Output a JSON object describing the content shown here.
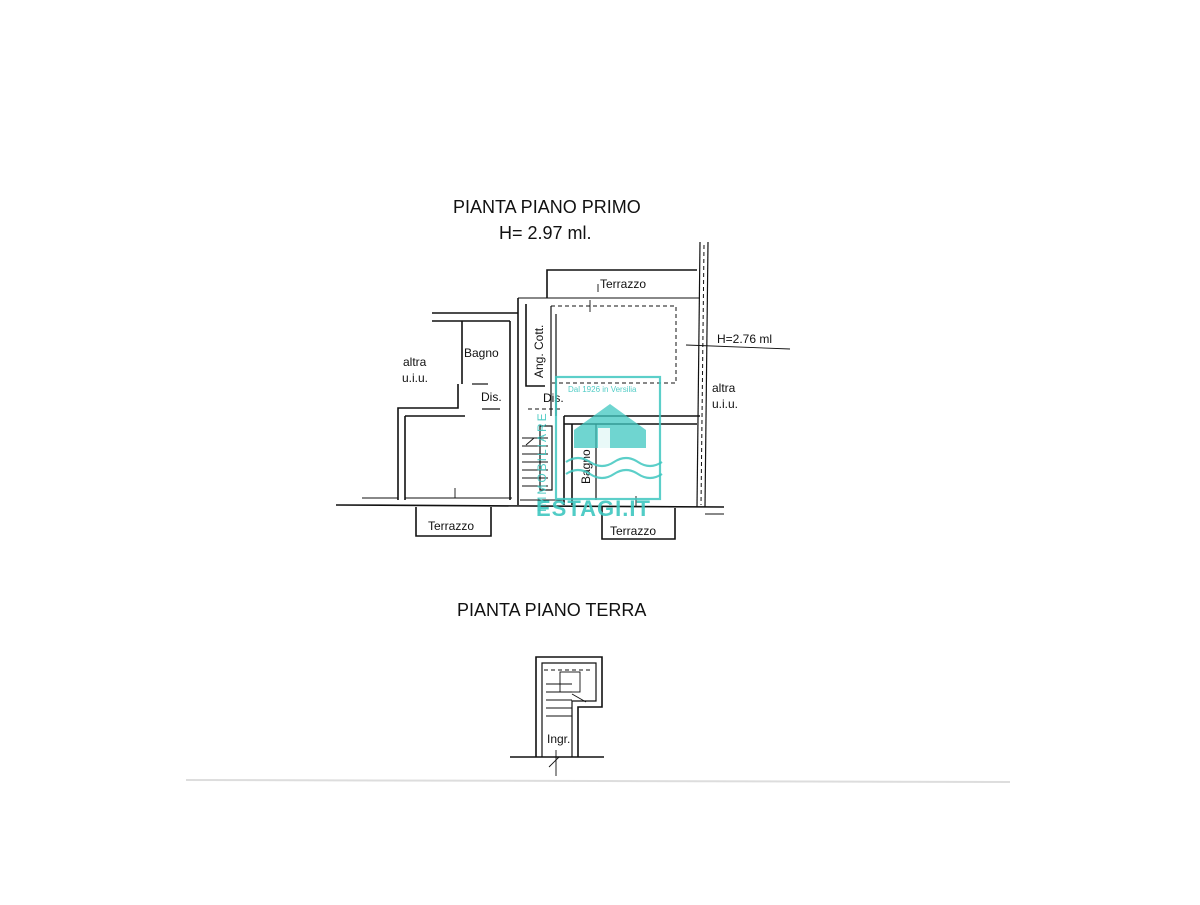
{
  "first_floor": {
    "title": "PIANTA PIANO PRIMO",
    "height": "H= 2.97 ml.",
    "height_note": "H=2.76 ml",
    "rooms": {
      "terrazzo_top": "Terrazzo",
      "altra_left_1": "altra",
      "altra_left_2": "u.i.u.",
      "bagno_left": "Bagno",
      "dis_left": "Dis.",
      "ang_cott": "Ang. Cott.",
      "dis_right": "Dis.",
      "bagno_right": "Bagno",
      "altra_right_1": "altra",
      "altra_right_2": "u.i.u.",
      "terrazzo_bottom_left": "Terrazzo",
      "terrazzo_bottom_right": "Terrazzo"
    }
  },
  "ground_floor": {
    "title": "PIANTA PIANO TERRA",
    "rooms": {
      "ingr": "Ingr."
    }
  },
  "watermark": {
    "tagline": "Dal 1926 in Versilia",
    "brand": "ESTAGI.IT",
    "side_text": "IMMOBILIARE",
    "color": "#3fc7c0"
  }
}
